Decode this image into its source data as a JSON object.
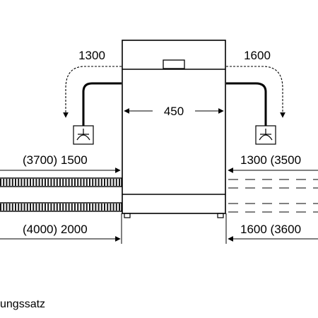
{
  "dimensions": {
    "top_left": "1300",
    "top_right": "1600",
    "width": "450",
    "mid_left": "(3700) 1500",
    "mid_right": "1300 (3500",
    "bottom_left": "(4000) 2000",
    "bottom_right": "1600 (3600"
  },
  "caption": "ungssatz"
}
